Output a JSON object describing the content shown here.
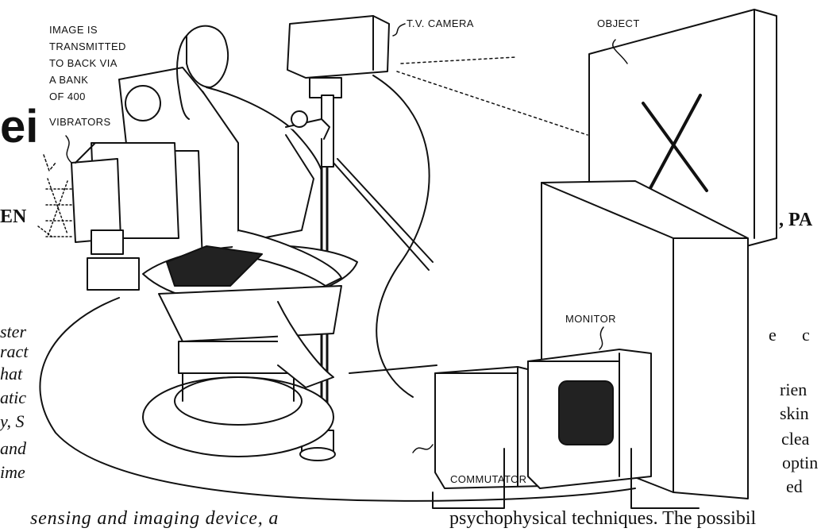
{
  "labels": {
    "image_transmitted": [
      "IMAGE IS",
      "TRANSMITTED",
      "TO BACK VIA",
      "A BANK",
      "OF 400",
      "VIBRATORS"
    ],
    "tv_camera": "T.V. CAMERA",
    "object": "OBJECT",
    "monitor": "MONITOR",
    "commutator": "COMMUTATOR"
  },
  "background_text": {
    "title_fragment": "ei",
    "author_left": "EN",
    "author_right": ", PA",
    "left_lines": [
      "ster",
      "ract",
      "hat",
      "atic",
      "y, S",
      "and",
      "ime"
    ],
    "right_lines": [
      "c",
      "rien",
      "skin",
      "clea",
      "optin",
      "ed"
    ],
    "right_fragment_e": "e",
    "bottom_left": "sensing and imaging device, a",
    "bottom_right": "psychophysical techniques. The possibil"
  }
}
